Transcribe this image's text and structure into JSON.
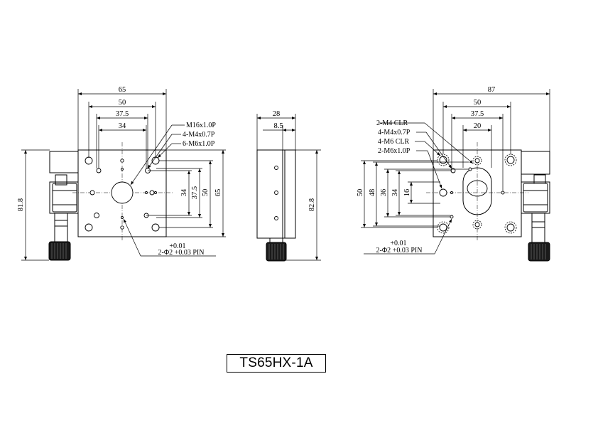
{
  "model": "TS65HX-1A",
  "front_view": {
    "dims_top": [
      "65",
      "50",
      "37.5",
      "34"
    ],
    "dims_right": [
      "34",
      "37.5",
      "50",
      "65"
    ],
    "dim_left": "81.8",
    "callouts": [
      "M16x1.0P",
      "4-M4x0.7P",
      "6-M6x1.0P"
    ],
    "pin_tolerance": "+0.01",
    "pin": "2-Φ2 +0.03 PIN"
  },
  "side_view": {
    "dims_top": [
      "28",
      "8.5"
    ],
    "dim_right": "82.8"
  },
  "rear_view": {
    "dims_top": [
      "87",
      "50",
      "37.5",
      "20"
    ],
    "dims_left": [
      "50",
      "48",
      "36",
      "34",
      "16"
    ],
    "callouts": [
      "2-M4 CLR",
      "4-M4x0.7P",
      "4-M6 CLR",
      "2-M6x1.0P"
    ],
    "pin_tolerance": "+0.01",
    "pin": "2-Φ2 +0.03 PIN"
  }
}
